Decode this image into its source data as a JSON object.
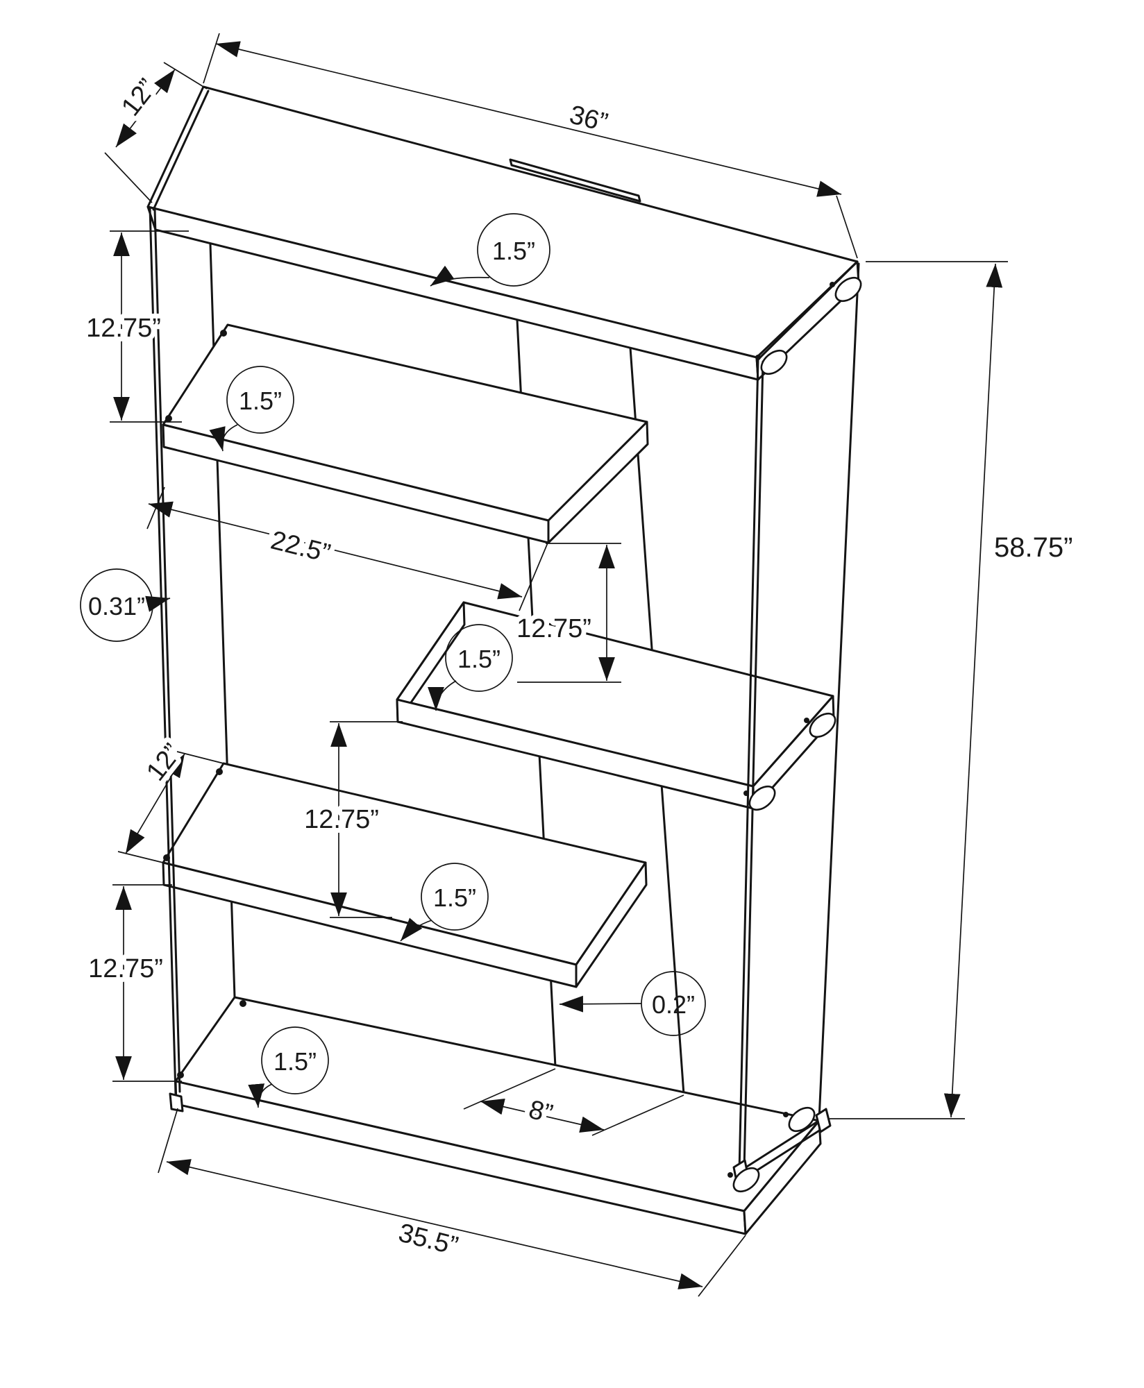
{
  "figure": {
    "subject": "Shelving unit / bookcase technical dimension drawing (isometric line art, black on white)",
    "units": "inches",
    "line_color": "#141414",
    "background": "#ffffff"
  },
  "annotations": [
    {
      "id": "depth-top",
      "kind": "linear-dim",
      "label": "12”"
    },
    {
      "id": "width-top",
      "kind": "linear-dim",
      "label": "36”"
    },
    {
      "id": "top-thickness",
      "kind": "callout",
      "label": "1.5”"
    },
    {
      "id": "gap-top-to-shelf",
      "kind": "linear-dim",
      "label": "12.75”"
    },
    {
      "id": "shelf-a-thickness",
      "kind": "callout",
      "label": "1.5”"
    },
    {
      "id": "shelf-a-width",
      "kind": "linear-dim",
      "label": "22.5”"
    },
    {
      "id": "glass-thickness",
      "kind": "callout",
      "label": "0.31”"
    },
    {
      "id": "shelf-b-thickness",
      "kind": "callout",
      "label": "1.5”"
    },
    {
      "id": "gap-shelf-a-to-b",
      "kind": "linear-dim",
      "label": "12.75”"
    },
    {
      "id": "shelf-depth",
      "kind": "linear-dim",
      "label": "12”"
    },
    {
      "id": "gap-shelf-b-to-c",
      "kind": "linear-dim",
      "label": "12.75”"
    },
    {
      "id": "shelf-c-thickness",
      "kind": "callout",
      "label": "1.5”"
    },
    {
      "id": "gap-c-to-bottom",
      "kind": "linear-dim",
      "label": "12.75”"
    },
    {
      "id": "bottom-thickness",
      "kind": "callout",
      "label": "1.5”"
    },
    {
      "id": "back-thickness",
      "kind": "callout",
      "label": "0.2”"
    },
    {
      "id": "back-width",
      "kind": "linear-dim",
      "label": "8”"
    },
    {
      "id": "bottom-width",
      "kind": "linear-dim",
      "label": "35.5”"
    },
    {
      "id": "overall-height",
      "kind": "linear-dim",
      "label": "58.75”"
    }
  ]
}
